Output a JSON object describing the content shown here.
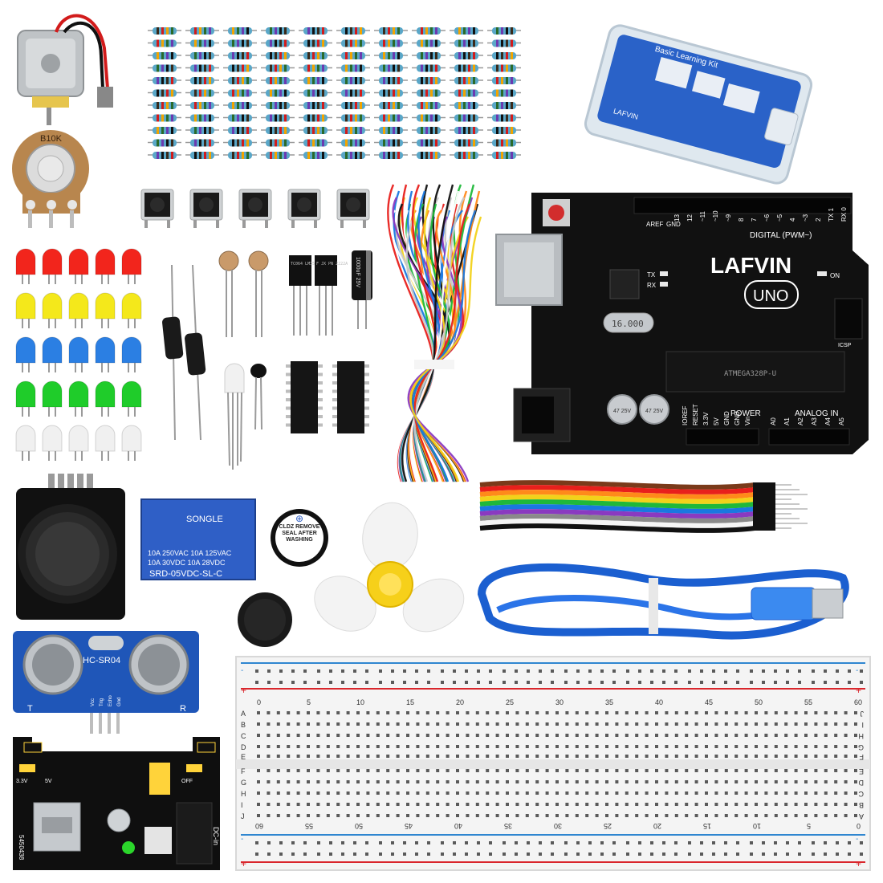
{
  "colors": {
    "board": "#111111",
    "silk": "#ffffff",
    "resistor_body": "#5aa7c8",
    "breadboard": "#f4f4f4",
    "rail_red": "#d9262c",
    "rail_blue": "#2f86d0",
    "relay_blue": "#2f5fc6",
    "sensor_blue": "#1f56b8",
    "usb_blue": "#1b5fd0",
    "led_red": "#f2251c",
    "led_yellow": "#f4e81b",
    "led_blue": "#2b7fe3",
    "led_green": "#1fcc2a",
    "led_white": "#f0f0f0"
  },
  "kit_box": {
    "label": "Basic Learning Kit",
    "brand": "LAFVIN"
  },
  "potentiometer": {
    "label": "B10K"
  },
  "capacitor": {
    "label": "1000uF 25V"
  },
  "transistors": {
    "t1_label": "TC064 LM35 DZ",
    "t2_label": "F JX PN 2222A"
  },
  "uno": {
    "brand": "LAFVIN",
    "model": "UNO",
    "aref": "AREF",
    "gnd": "GND",
    "digital": "DIGITAL (PWM~)",
    "tx": "TX",
    "rx": "RX",
    "on": "ON",
    "icsp": "ICSP",
    "power": "POWER",
    "analog_in": "ANALOG IN",
    "crystal": "16.000",
    "chip": "ATMEGA328P-U",
    "cap_label": "47 25V",
    "digital_pins": [
      "13",
      "12",
      "~11",
      "~10",
      "~9",
      "8",
      "7",
      "~6",
      "~5",
      "4",
      "~3",
      "2",
      "TX 1",
      "RX 0"
    ],
    "power_pins": [
      "IOREF",
      "RESET",
      "3.3V",
      "5V",
      "GND",
      "GND",
      "Vin"
    ],
    "analog_pins": [
      "A0",
      "A1",
      "A2",
      "A3",
      "A4",
      "A5"
    ]
  },
  "relay": {
    "brand": "SONGLE",
    "rating1": "10A 250VAC 10A 125VAC",
    "rating2": "10A 30VDC 10A 28VDC",
    "model": "SRD-05VDC-SL-C"
  },
  "buzzer": {
    "sticker": "CLDZ REMOVE SEAL AFTER WASHING"
  },
  "ultrasonic": {
    "model": "HC-SR04",
    "left_mark": "T",
    "right_mark": "R",
    "pins": [
      "Vcc",
      "Trig",
      "Echo",
      "Gnd"
    ]
  },
  "power_module": {
    "v1": "3.3V",
    "v2": "5V",
    "off": "OFF",
    "dc_in": "DC-in",
    "code": "5450438"
  },
  "breadboard": {
    "cols_top": [
      "0",
      "5",
      "10",
      "15",
      "20",
      "25",
      "30",
      "35",
      "40",
      "45",
      "50",
      "55",
      "60"
    ],
    "cols_bottom": [
      "60",
      "55",
      "50",
      "45",
      "40",
      "35",
      "30",
      "25",
      "20",
      "15",
      "10",
      "5",
      "0"
    ],
    "rows_top": [
      "A",
      "B",
      "C",
      "D",
      "E"
    ],
    "rows_bottom": [
      "F",
      "G",
      "H",
      "I",
      "J"
    ],
    "rows_right_top": [
      "J",
      "I",
      "H",
      "G",
      "F"
    ],
    "rows_right_bottom": [
      "E",
      "D",
      "C",
      "B",
      "A"
    ],
    "plus": "+",
    "minus": "-"
  }
}
